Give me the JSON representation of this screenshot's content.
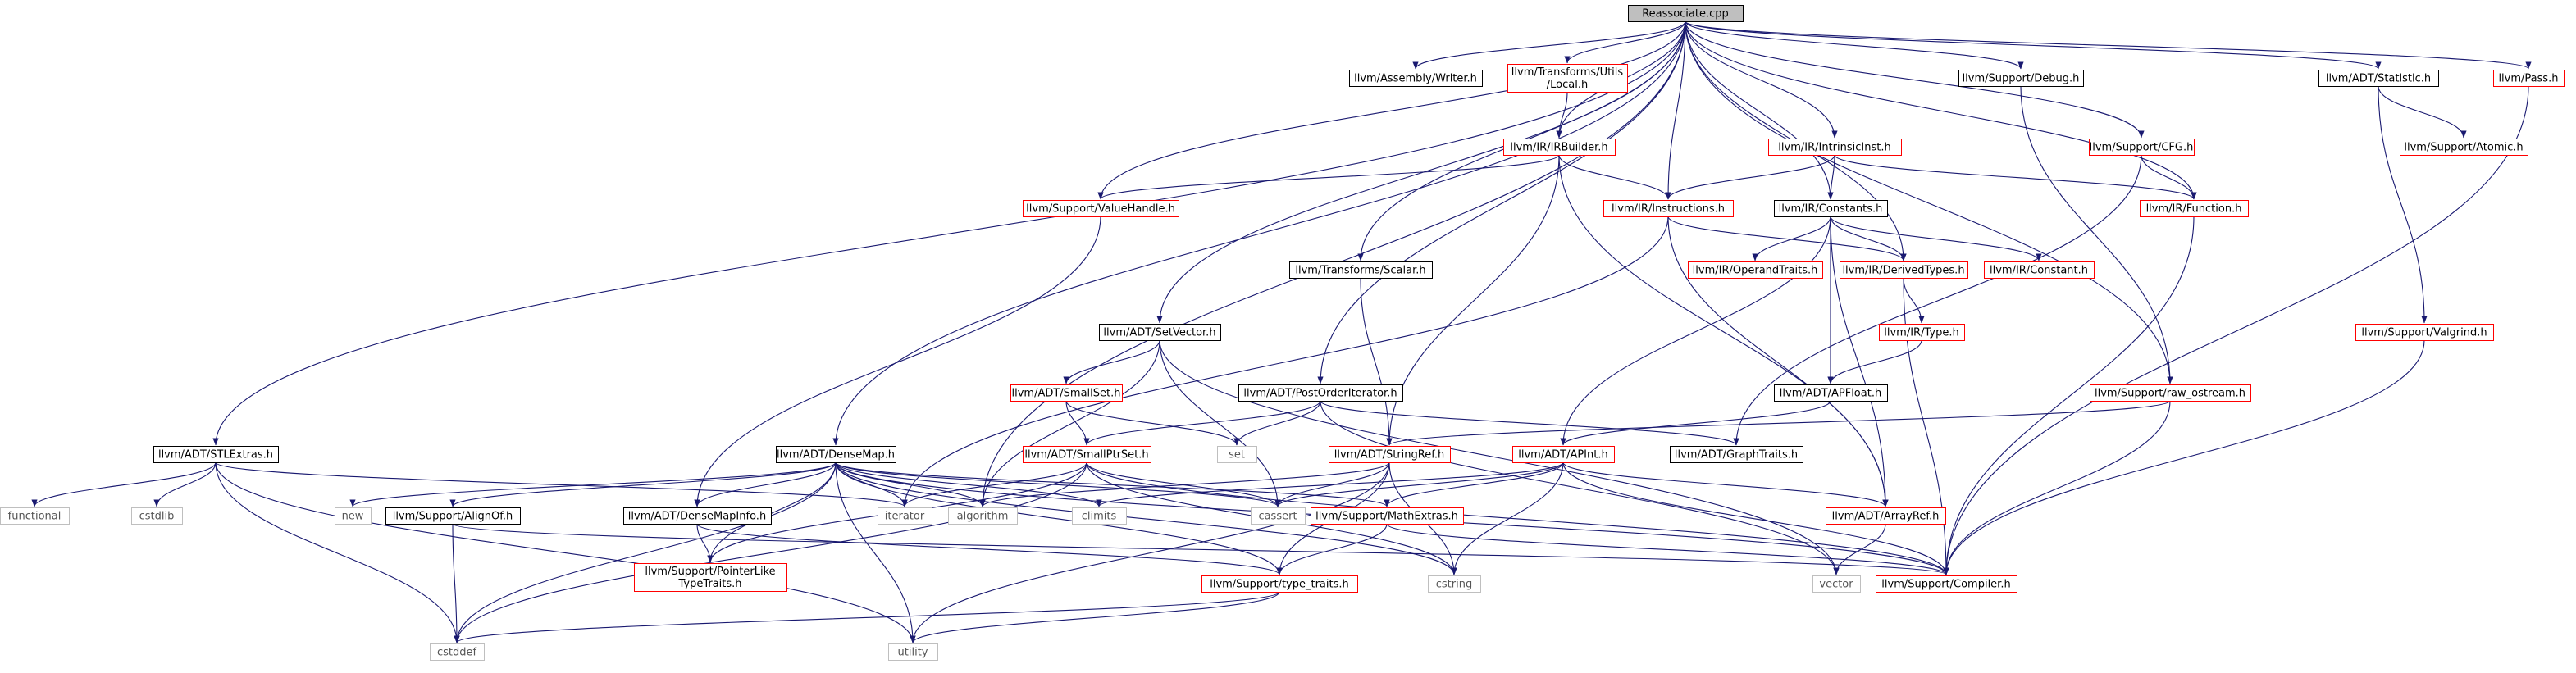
{
  "colors": {
    "edge": "#191970",
    "node_border_default": "#000000",
    "node_border_incomplete": "#ff0000",
    "node_border_system": "#bfbfbf",
    "root_fill": "#bfbfbf",
    "text": "#000000",
    "system_text": "#555555"
  },
  "nodes": [
    {
      "id": "root",
      "label": [
        "Reassociate.cpp"
      ],
      "kind": "root"
    },
    {
      "id": "stlextras",
      "label": [
        "llvm/ADT/STLExtras.h"
      ],
      "kind": "default"
    },
    {
      "id": "densemap",
      "label": [
        "llvm/ADT/DenseMap.h"
      ],
      "kind": "default"
    },
    {
      "id": "valuehandle",
      "label": [
        "llvm/Support/ValueHandle.h"
      ],
      "kind": "incomplete"
    },
    {
      "id": "setvector",
      "label": [
        "llvm/ADT/SetVector.h"
      ],
      "kind": "default"
    },
    {
      "id": "postorder",
      "label": [
        "llvm/ADT/PostOrderIterator.h"
      ],
      "kind": "default"
    },
    {
      "id": "scalar",
      "label": [
        "llvm/Transforms/Scalar.h"
      ],
      "kind": "default"
    },
    {
      "id": "asmwriter",
      "label": [
        "llvm/Assembly/Writer.h"
      ],
      "kind": "default"
    },
    {
      "id": "utilslocal",
      "label": [
        "llvm/Transforms/Utils",
        "/Local.h"
      ],
      "kind": "incomplete"
    },
    {
      "id": "irbuilder",
      "label": [
        "llvm/IR/IRBuilder.h"
      ],
      "kind": "incomplete"
    },
    {
      "id": "intrinsicinst",
      "label": [
        "llvm/IR/IntrinsicInst.h"
      ],
      "kind": "incomplete"
    },
    {
      "id": "instructions",
      "label": [
        "llvm/IR/Instructions.h"
      ],
      "kind": "incomplete"
    },
    {
      "id": "constants",
      "label": [
        "llvm/IR/Constants.h"
      ],
      "kind": "default"
    },
    {
      "id": "debug",
      "label": [
        "llvm/Support/Debug.h"
      ],
      "kind": "default"
    },
    {
      "id": "cfg",
      "label": [
        "llvm/Support/CFG.h"
      ],
      "kind": "incomplete"
    },
    {
      "id": "function",
      "label": [
        "llvm/IR/Function.h"
      ],
      "kind": "incomplete"
    },
    {
      "id": "statistic",
      "label": [
        "llvm/ADT/Statistic.h"
      ],
      "kind": "default"
    },
    {
      "id": "atomic",
      "label": [
        "llvm/Support/Atomic.h"
      ],
      "kind": "incomplete"
    },
    {
      "id": "pass",
      "label": [
        "llvm/Pass.h"
      ],
      "kind": "incomplete"
    },
    {
      "id": "operandtraits",
      "label": [
        "llvm/IR/OperandTraits.h"
      ],
      "kind": "incomplete"
    },
    {
      "id": "derivedtypes",
      "label": [
        "llvm/IR/DerivedTypes.h"
      ],
      "kind": "incomplete"
    },
    {
      "id": "constant",
      "label": [
        "llvm/IR/Constant.h"
      ],
      "kind": "incomplete"
    },
    {
      "id": "type",
      "label": [
        "llvm/IR/Type.h"
      ],
      "kind": "incomplete"
    },
    {
      "id": "apfloat",
      "label": [
        "llvm/ADT/APFloat.h"
      ],
      "kind": "default"
    },
    {
      "id": "valgrind",
      "label": [
        "llvm/Support/Valgrind.h"
      ],
      "kind": "incomplete"
    },
    {
      "id": "smallset",
      "label": [
        "llvm/ADT/SmallSet.h"
      ],
      "kind": "incomplete"
    },
    {
      "id": "rawostream",
      "label": [
        "llvm/Support/raw_ostream.h"
      ],
      "kind": "incomplete"
    },
    {
      "id": "smallptrset",
      "label": [
        "llvm/ADT/SmallPtrSet.h"
      ],
      "kind": "incomplete"
    },
    {
      "id": "stringref",
      "label": [
        "llvm/ADT/StringRef.h"
      ],
      "kind": "incomplete"
    },
    {
      "id": "apint",
      "label": [
        "llvm/ADT/APInt.h"
      ],
      "kind": "incomplete"
    },
    {
      "id": "graphtraits",
      "label": [
        "llvm/ADT/GraphTraits.h"
      ],
      "kind": "default"
    },
    {
      "id": "set",
      "label": [
        "set"
      ],
      "kind": "system"
    },
    {
      "id": "functional",
      "label": [
        "functional"
      ],
      "kind": "system"
    },
    {
      "id": "cstdlib",
      "label": [
        "cstdlib"
      ],
      "kind": "system"
    },
    {
      "id": "new",
      "label": [
        "new"
      ],
      "kind": "system"
    },
    {
      "id": "alignof",
      "label": [
        "llvm/Support/AlignOf.h"
      ],
      "kind": "default"
    },
    {
      "id": "densemapinfo",
      "label": [
        "llvm/ADT/DenseMapInfo.h"
      ],
      "kind": "default"
    },
    {
      "id": "iterator",
      "label": [
        "iterator"
      ],
      "kind": "system"
    },
    {
      "id": "algorithm",
      "label": [
        "algorithm"
      ],
      "kind": "system"
    },
    {
      "id": "climits",
      "label": [
        "climits"
      ],
      "kind": "system"
    },
    {
      "id": "cassert",
      "label": [
        "cassert"
      ],
      "kind": "system"
    },
    {
      "id": "mathextras",
      "label": [
        "llvm/Support/MathExtras.h"
      ],
      "kind": "incomplete"
    },
    {
      "id": "arrayref",
      "label": [
        "llvm/ADT/ArrayRef.h"
      ],
      "kind": "incomplete"
    },
    {
      "id": "pointerlike",
      "label": [
        "llvm/Support/PointerLike",
        "TypeTraits.h"
      ],
      "kind": "incomplete"
    },
    {
      "id": "typetraits",
      "label": [
        "llvm/Support/type_traits.h"
      ],
      "kind": "incomplete"
    },
    {
      "id": "cstring",
      "label": [
        "cstring"
      ],
      "kind": "system"
    },
    {
      "id": "vector",
      "label": [
        "vector"
      ],
      "kind": "system"
    },
    {
      "id": "compiler",
      "label": [
        "llvm/Support/Compiler.h"
      ],
      "kind": "incomplete"
    },
    {
      "id": "cstddef",
      "label": [
        "cstddef"
      ],
      "kind": "system"
    },
    {
      "id": "utility",
      "label": [
        "utility"
      ],
      "kind": "system"
    }
  ],
  "edges": [
    [
      "root",
      "stlextras"
    ],
    [
      "root",
      "densemap"
    ],
    [
      "root",
      "valuehandle"
    ],
    [
      "root",
      "setvector"
    ],
    [
      "root",
      "postorder"
    ],
    [
      "root",
      "scalar"
    ],
    [
      "root",
      "asmwriter"
    ],
    [
      "root",
      "utilslocal"
    ],
    [
      "root",
      "irbuilder"
    ],
    [
      "root",
      "intrinsicinst"
    ],
    [
      "root",
      "instructions"
    ],
    [
      "root",
      "constants"
    ],
    [
      "root",
      "debug"
    ],
    [
      "root",
      "cfg"
    ],
    [
      "root",
      "function"
    ],
    [
      "root",
      "statistic"
    ],
    [
      "root",
      "pass"
    ],
    [
      "root",
      "derivedtypes"
    ],
    [
      "root",
      "rawostream"
    ],
    [
      "root",
      "algorithm"
    ],
    [
      "utilslocal",
      "irbuilder"
    ],
    [
      "irbuilder",
      "valuehandle"
    ],
    [
      "irbuilder",
      "instructions"
    ],
    [
      "irbuilder",
      "stringref"
    ],
    [
      "irbuilder",
      "arrayref"
    ],
    [
      "intrinsicinst",
      "instructions"
    ],
    [
      "intrinsicinst",
      "constants"
    ],
    [
      "intrinsicinst",
      "function"
    ],
    [
      "cfg",
      "function"
    ],
    [
      "cfg",
      "graphtraits"
    ],
    [
      "statistic",
      "atomic"
    ],
    [
      "statistic",
      "valgrind"
    ],
    [
      "pass",
      "compiler"
    ],
    [
      "valuehandle",
      "densemapinfo"
    ],
    [
      "instructions",
      "derivedtypes"
    ],
    [
      "instructions",
      "arrayref"
    ],
    [
      "instructions",
      "iterator"
    ],
    [
      "constants",
      "operandtraits"
    ],
    [
      "constants",
      "derivedtypes"
    ],
    [
      "constants",
      "constant"
    ],
    [
      "constants",
      "apfloat"
    ],
    [
      "constants",
      "apint"
    ],
    [
      "constants",
      "arrayref"
    ],
    [
      "derivedtypes",
      "type"
    ],
    [
      "derivedtypes",
      "compiler"
    ],
    [
      "type",
      "apfloat"
    ],
    [
      "apfloat",
      "apint"
    ],
    [
      "function",
      "compiler"
    ],
    [
      "valgrind",
      "compiler"
    ],
    [
      "debug",
      "rawostream"
    ],
    [
      "rawostream",
      "stringref"
    ],
    [
      "rawostream",
      "compiler"
    ],
    [
      "scalar",
      "stringref"
    ],
    [
      "setvector",
      "smallset"
    ],
    [
      "setvector",
      "algorithm"
    ],
    [
      "setvector",
      "cassert"
    ],
    [
      "setvector",
      "vector"
    ],
    [
      "smallset",
      "smallptrset"
    ],
    [
      "smallset",
      "set"
    ],
    [
      "postorder",
      "smallptrset"
    ],
    [
      "postorder",
      "graphtraits"
    ],
    [
      "postorder",
      "set"
    ],
    [
      "postorder",
      "vector"
    ],
    [
      "smallptrset",
      "pointerlike"
    ],
    [
      "smallptrset",
      "cassert"
    ],
    [
      "smallptrset",
      "compiler"
    ],
    [
      "smallptrset",
      "cstddef"
    ],
    [
      "smallptrset",
      "cstring"
    ],
    [
      "smallptrset",
      "iterator"
    ],
    [
      "stringref",
      "typetraits"
    ],
    [
      "stringref",
      "algorithm"
    ],
    [
      "stringref",
      "cassert"
    ],
    [
      "stringref",
      "cstring"
    ],
    [
      "stringref",
      "utility"
    ],
    [
      "apint",
      "climits"
    ],
    [
      "apint",
      "mathextras"
    ],
    [
      "apint",
      "cstring"
    ],
    [
      "apint",
      "cassert"
    ],
    [
      "apint",
      "arrayref"
    ],
    [
      "apint",
      "compiler"
    ],
    [
      "arrayref",
      "vector"
    ],
    [
      "mathextras",
      "typetraits"
    ],
    [
      "mathextras",
      "compiler"
    ],
    [
      "typetraits",
      "cstddef"
    ],
    [
      "typetraits",
      "utility"
    ],
    [
      "stlextras",
      "functional"
    ],
    [
      "stlextras",
      "cstdlib"
    ],
    [
      "stlextras",
      "iterator"
    ],
    [
      "stlextras",
      "cstddef"
    ],
    [
      "stlextras",
      "utility"
    ],
    [
      "densemap",
      "new"
    ],
    [
      "densemap",
      "alignof"
    ],
    [
      "densemap",
      "densemapinfo"
    ],
    [
      "densemap",
      "iterator"
    ],
    [
      "densemap",
      "algorithm"
    ],
    [
      "densemap",
      "climits"
    ],
    [
      "densemap",
      "cassert"
    ],
    [
      "densemap",
      "mathextras"
    ],
    [
      "densemap",
      "pointerlike"
    ],
    [
      "densemap",
      "typetraits"
    ],
    [
      "densemap",
      "cstring"
    ],
    [
      "densemap",
      "compiler"
    ],
    [
      "densemap",
      "cstddef"
    ],
    [
      "densemap",
      "utility"
    ],
    [
      "alignof",
      "cstddef"
    ],
    [
      "alignof",
      "compiler"
    ],
    [
      "densemapinfo",
      "pointerlike"
    ],
    [
      "densemapinfo",
      "typetraits"
    ]
  ]
}
